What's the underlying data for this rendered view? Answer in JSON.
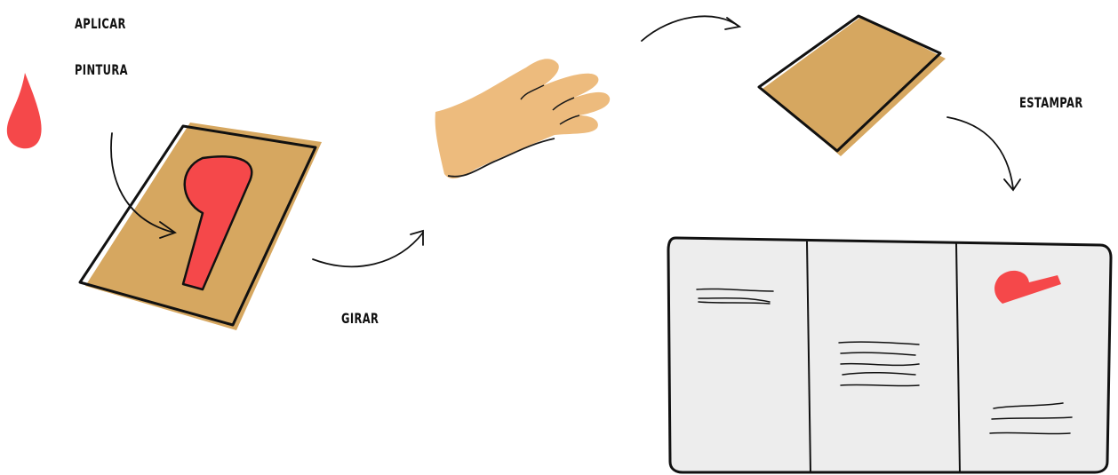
{
  "labels": {
    "apply_line1": "APLICAR",
    "apply_line2": "PINTURA",
    "rotate": "GIRAR",
    "stamp": "ESTAMPAR"
  },
  "colors": {
    "paint_red": "#F5484A",
    "cardboard": "#D6A760",
    "skin": "#EDBB7D",
    "paper": "#EDEDED",
    "ink": "#111111"
  },
  "icons": [
    "paint-drop-icon",
    "stamp-board-icon",
    "hand-icon",
    "flipped-board-icon",
    "printed-sheet-icon"
  ]
}
